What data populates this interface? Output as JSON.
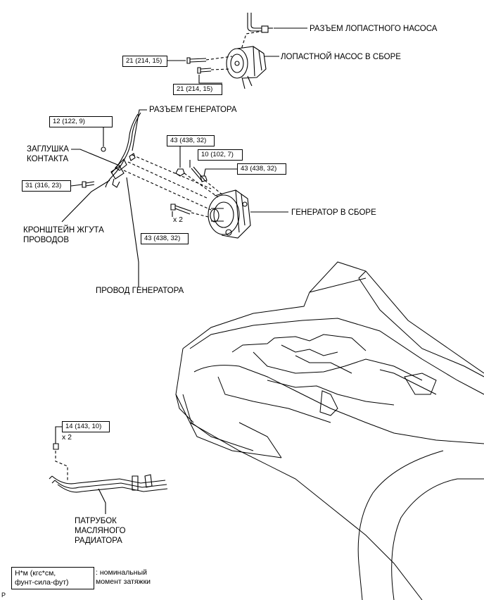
{
  "labels": {
    "pump_connector": "РАЗЪЕМ ЛОПАСТНОГО НАСОСА",
    "pump_assembly": "ЛОПАСТНОЙ НАСОС В СБОРЕ",
    "gen_connector": "РАЗЪЕМ ГЕНЕРАТОРА",
    "contact_plug_1": "ЗАГЛУШКА",
    "contact_plug_2": "КОНТАКТА",
    "harness_bracket_1": "КРОНШТЕЙН ЖГУТА",
    "harness_bracket_2": "ПРОВОДОВ",
    "gen_wire": "ПРОВОД ГЕНЕРАТОРА",
    "gen_assembly": "ГЕНЕРАТОР В СБОРЕ",
    "oil_pipe_1": "ПАТРУБОК",
    "oil_pipe_2": "МАСЛЯНОГО",
    "oil_pipe_3": "РАДИАТОРА"
  },
  "torques": {
    "t1": "21 (214, 15)",
    "t2": "21 (214, 15)",
    "t3": "12 (122, 9)",
    "t4": "31 (316, 23)",
    "t5": "43 (438, 32)",
    "t6": "10 (102, 7)",
    "t7": "43 (438, 32)",
    "t8": "43 (438, 32)",
    "t9": "14 (143, 10)"
  },
  "multipliers": {
    "gen_bolt": "x 2",
    "pipe_bolt": "x 2"
  },
  "legend": {
    "box_line1": "Н*м (кгс*см,",
    "box_line2": "фунт-сила-фут)",
    "desc_line1": ": номинальный",
    "desc_line2": "момент затяжки"
  },
  "corner_code": "P"
}
